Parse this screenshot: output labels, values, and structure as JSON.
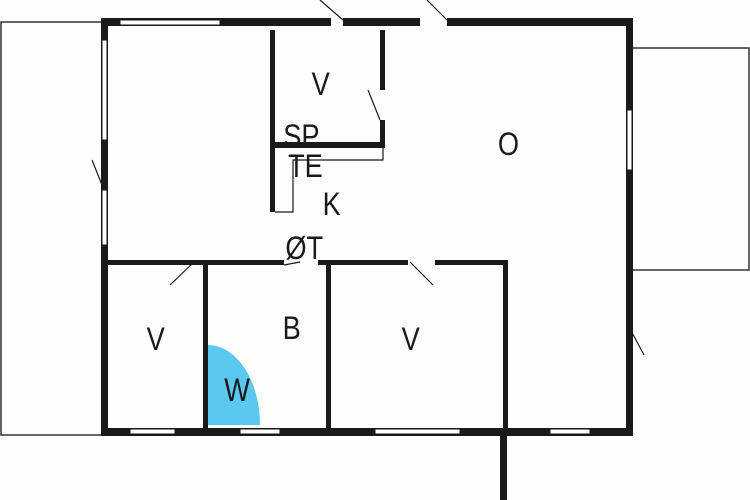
{
  "rooms": {
    "bedroom_top": "V",
    "storage": "SP",
    "kitchen_te": "TE",
    "kitchen": "K",
    "entrance": "ØT",
    "living": "O",
    "bedroom_left": "V",
    "bathroom": "B",
    "bedroom_mid": "V",
    "whirlpool": "W"
  },
  "colors": {
    "wall": "#1a1a1a",
    "whirlpool": "#5bc8f0"
  }
}
